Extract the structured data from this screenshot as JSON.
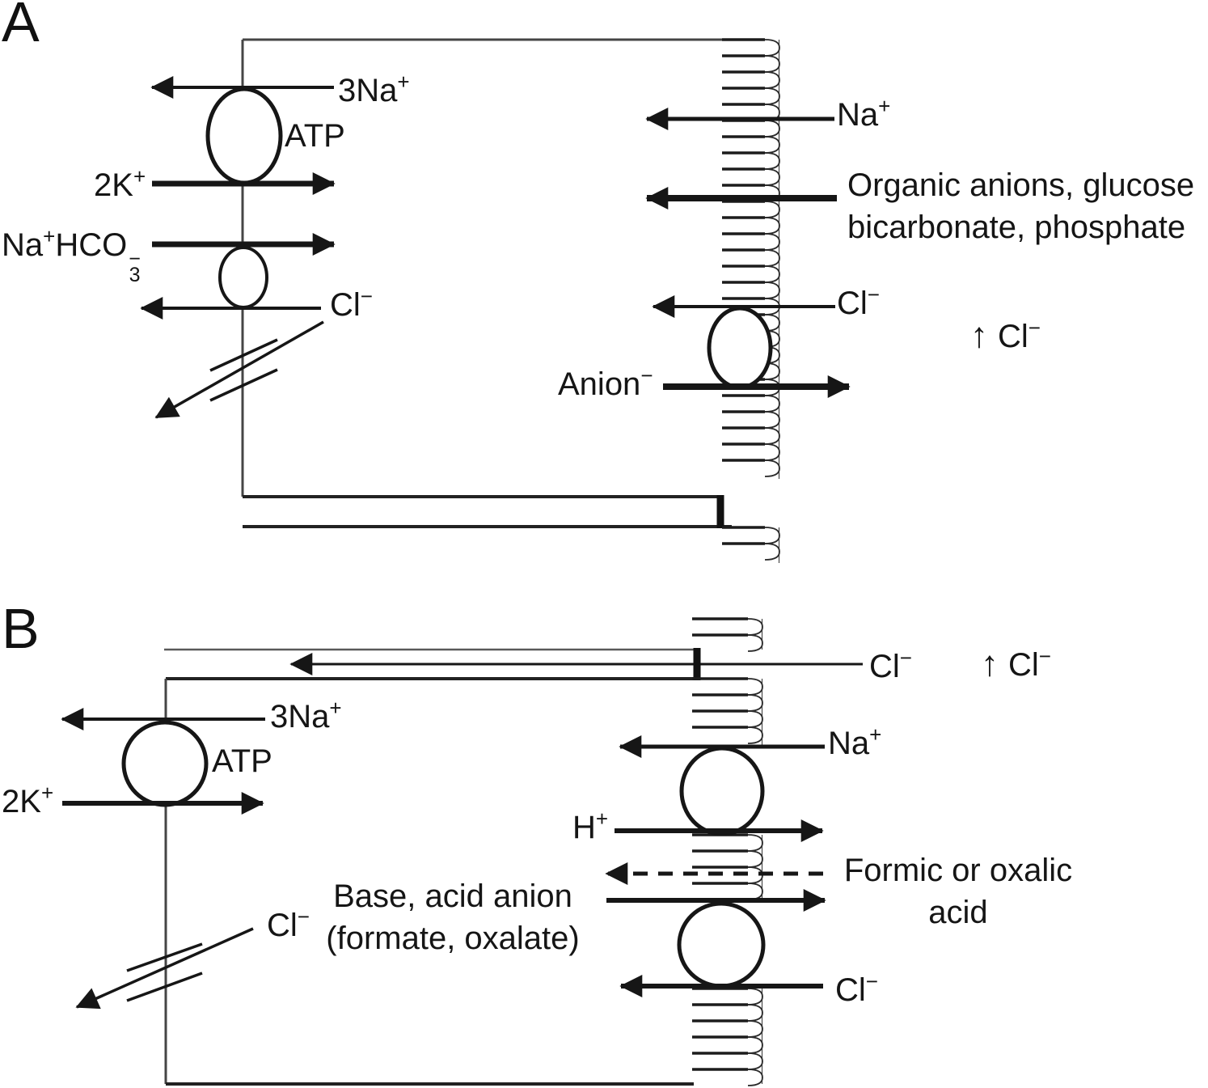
{
  "figure": {
    "panelA": {
      "letter": "A",
      "labels": {
        "na3": {
          "base": "3Na",
          "sup": "+"
        },
        "atp": "ATP",
        "k2": {
          "base": "2K",
          "sup": "+"
        },
        "nahco3": {
          "na": "Na",
          "na_sup": "+",
          "hco": "HCO",
          "sub": "3",
          "sup": "−"
        },
        "cl_basolateral": {
          "base": "Cl",
          "sup": "−"
        },
        "na_apical": {
          "base": "Na",
          "sup": "+"
        },
        "organic_line1": "Organic anions, glucose",
        "organic_line2": "bicarbonate, phosphate",
        "cl_apical": {
          "base": "Cl",
          "sup": "−"
        },
        "anion": {
          "base": "Anion",
          "sup": "−"
        },
        "cl_elevated": {
          "arrow": "↑",
          "base": "Cl",
          "sup": "−"
        }
      }
    },
    "panelB": {
      "letter": "B",
      "labels": {
        "cl_paracellular": {
          "base": "Cl",
          "sup": "−"
        },
        "cl_elevated": {
          "arrow": "↑",
          "base": "Cl",
          "sup": "−"
        },
        "na3": {
          "base": "3Na",
          "sup": "+"
        },
        "atp": "ATP",
        "k2": {
          "base": "2K",
          "sup": "+"
        },
        "cl_basolateral": {
          "base": "Cl",
          "sup": "−"
        },
        "na_apical": {
          "base": "Na",
          "sup": "+"
        },
        "h": {
          "base": "H",
          "sup": "+"
        },
        "formic_line1": "Formic or oxalic",
        "formic_line2": "acid",
        "base_line1": "Base, acid anion",
        "base_line2": "(formate, oxalate)",
        "cl_apical": {
          "base": "Cl",
          "sup": "−"
        }
      }
    }
  }
}
